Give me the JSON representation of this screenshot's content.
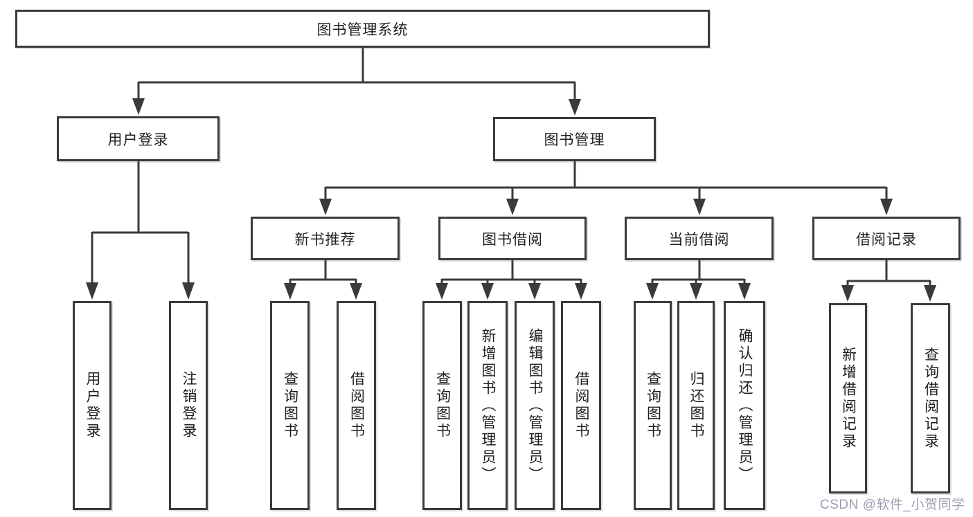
{
  "colors": {
    "line": "#3a3a3a",
    "box_border": "#3a3a3a",
    "text": "#1f1f1f",
    "background": "#ffffff",
    "watermark": "#9b9db2"
  },
  "tree": {
    "root": "图书管理系统",
    "branches": [
      {
        "label": "用户登录",
        "children": [
          {
            "label": "用户登录"
          },
          {
            "label": "注销登录"
          }
        ]
      },
      {
        "label": "图书管理",
        "children": [
          {
            "label": "新书推荐",
            "children": [
              {
                "label": "查询图书"
              },
              {
                "label": "借阅图书"
              }
            ]
          },
          {
            "label": "图书借阅",
            "children": [
              {
                "label": "查询图书"
              },
              {
                "label": "新增图书（管理员）"
              },
              {
                "label": "编辑图书（管理员）"
              },
              {
                "label": "借阅图书"
              }
            ]
          },
          {
            "label": "当前借阅",
            "children": [
              {
                "label": "查询图书"
              },
              {
                "label": "归还图书"
              },
              {
                "label": "确认归还（管理员）"
              }
            ]
          },
          {
            "label": "借阅记录",
            "children": [
              {
                "label": "新增借阅记录"
              },
              {
                "label": "查询借阅记录"
              }
            ]
          }
        ]
      }
    ]
  },
  "watermark": {
    "text": "CSDN @软件_小贺同学"
  }
}
